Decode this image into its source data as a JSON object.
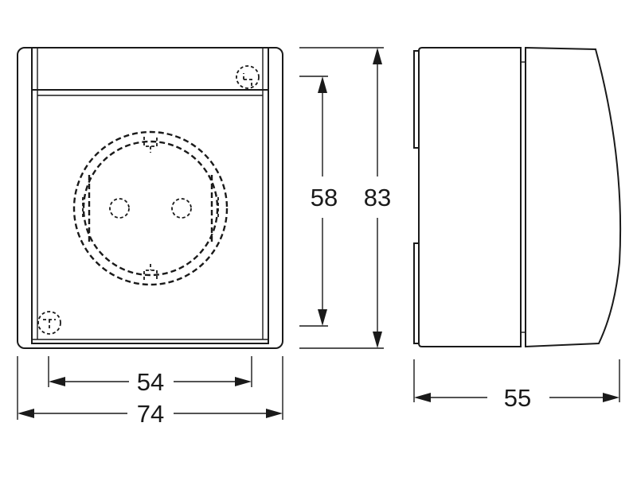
{
  "dimensions": {
    "inner_width": "54",
    "outer_width": "74",
    "inner_height": "58",
    "outer_height": "83",
    "depth": "55"
  },
  "colors": {
    "line": "#1a1a1a",
    "background": "#ffffff"
  }
}
